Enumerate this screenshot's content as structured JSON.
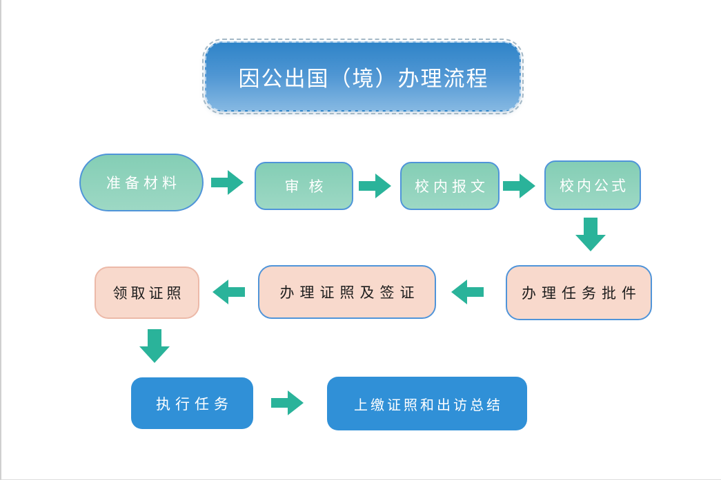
{
  "title": {
    "text": "因公出国（境）办理流程",
    "fill_top": "#2f84c8",
    "fill_bottom": "#85b8e2",
    "text_color": "#ffffff",
    "border_style": "dashed"
  },
  "colors": {
    "arrow": "#2ab39a",
    "green_fill": "#84ceb5",
    "green_border": "#4f94d9",
    "pink_fill": "#f8d9cc",
    "pink_border_blue": "#4f94d9",
    "pink_border_soft": "#ecb9a8",
    "blue_fill": "#3090d7",
    "text_dark": "#1d1d1d",
    "text_light": "#ffffff",
    "page_edge": "#cfcfcf"
  },
  "nodes": [
    {
      "id": "prepare-materials",
      "label": "准备材料",
      "shape": "stadium",
      "palette": "green",
      "row": 1
    },
    {
      "id": "review",
      "label": "审核",
      "shape": "rounded",
      "palette": "green",
      "row": 1
    },
    {
      "id": "campus-report",
      "label": "校内报文",
      "shape": "rounded",
      "palette": "green",
      "row": 1
    },
    {
      "id": "campus-notice",
      "label": "校内公式",
      "shape": "rounded",
      "palette": "green",
      "row": 1
    },
    {
      "id": "task-approval",
      "label": "办理任务批件",
      "shape": "rounded",
      "palette": "pink",
      "row": 2
    },
    {
      "id": "passport-visa",
      "label": "办理证照及签证",
      "shape": "rounded",
      "palette": "pink",
      "row": 2
    },
    {
      "id": "collect-documents",
      "label": "领取证照",
      "shape": "rounded",
      "palette": "pink-soft",
      "row": 2
    },
    {
      "id": "execute-task",
      "label": "执行任务",
      "shape": "rounded",
      "palette": "blue",
      "row": 3
    },
    {
      "id": "submit-summary",
      "label": "上缴证照和出访总结",
      "shape": "rounded",
      "palette": "blue",
      "row": 3
    }
  ],
  "edges": [
    {
      "from": "prepare-materials",
      "to": "review",
      "direction": "right"
    },
    {
      "from": "review",
      "to": "campus-report",
      "direction": "right"
    },
    {
      "from": "campus-report",
      "to": "campus-notice",
      "direction": "right"
    },
    {
      "from": "campus-notice",
      "to": "task-approval",
      "direction": "down"
    },
    {
      "from": "task-approval",
      "to": "passport-visa",
      "direction": "left"
    },
    {
      "from": "passport-visa",
      "to": "collect-documents",
      "direction": "left"
    },
    {
      "from": "collect-documents",
      "to": "execute-task",
      "direction": "down"
    },
    {
      "from": "execute-task",
      "to": "submit-summary",
      "direction": "right"
    }
  ]
}
